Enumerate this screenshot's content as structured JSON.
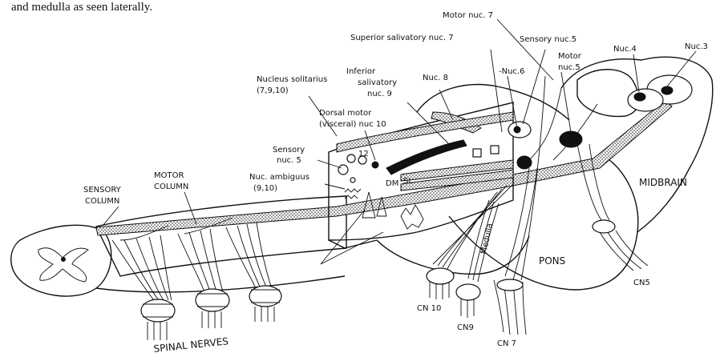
{
  "caption": "and medulla as seen laterally.",
  "labels": {
    "motor_nuc_7": "Motor nuc. 7",
    "superior_salivatory": "Superior salivatory nuc. 7",
    "sensory_nuc5_top": "Sensory nuc.5",
    "motor_nuc5_line1": "Motor",
    "motor_nuc5_line2": "nuc.5",
    "nuc4": "Nuc.4",
    "nuc3": "Nuc.3",
    "nuc6": "-Nuc.6",
    "nuc8": "Nuc. 8",
    "inferior_line1": "Inferior",
    "inferior_line2": "salivatory",
    "inferior_line3": "nuc. 9",
    "solitarius_line1": "Nucleus solitarius",
    "solitarius_line2": "(7,9,10)",
    "dorsal_line1": "Dorsal motor",
    "dorsal_line2": "(visceral) nuc 10",
    "sensory5_line1": "Sensory",
    "sensory5_line2": "nuc. 5",
    "ambiguus_line1": "Nuc. ambiguus",
    "ambiguus_line2": "(9,10)",
    "sensory_col_line1": "SENSORY",
    "sensory_col_line2": "COLUMN",
    "motor_col_line1": "MOTOR",
    "motor_col_line2": "COLUMN",
    "n12": "12",
    "dm": "DM",
    "sl": "SL",
    "medulla": "Medulla",
    "pons": "PONS",
    "midbrain": "MIDBRAIN",
    "cn5": "CN5",
    "cn10": "CN 10",
    "cn9": "CN9",
    "cn7": "CN 7",
    "spinal_nerves": "SPINAL  NERVES"
  }
}
